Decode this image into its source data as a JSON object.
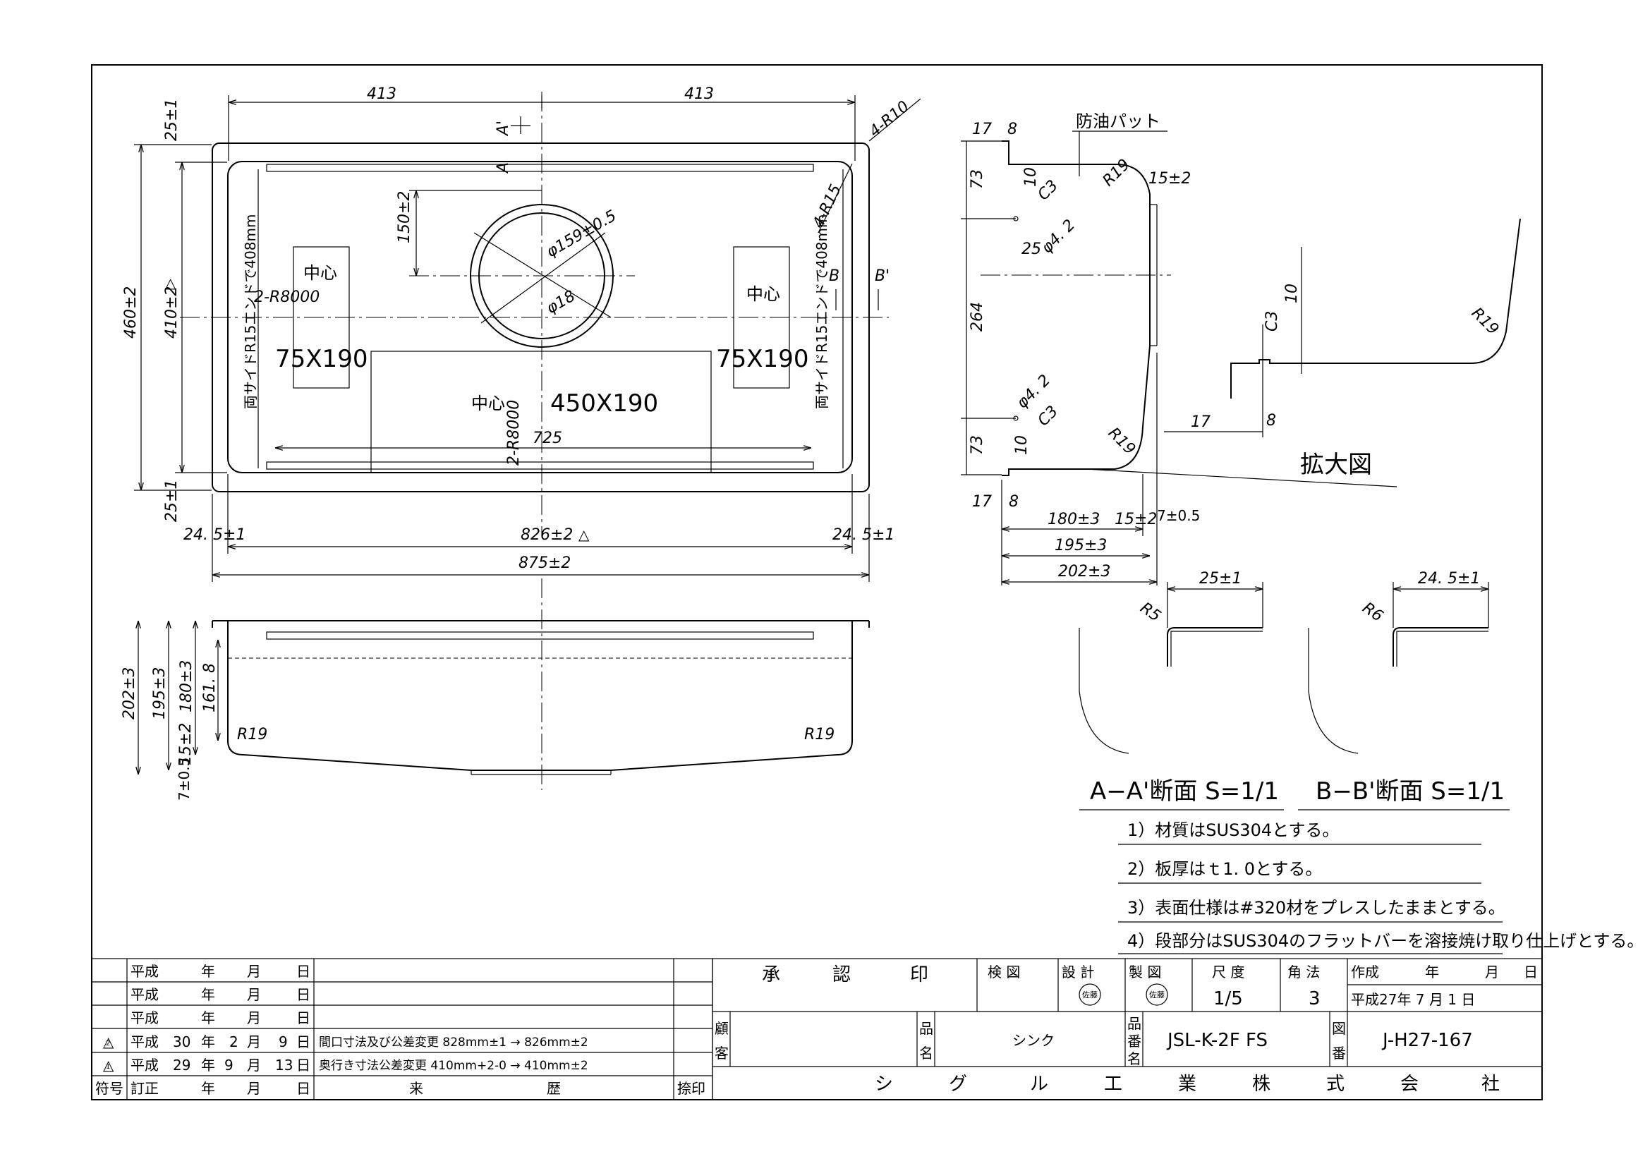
{
  "dims": {
    "d413": "413",
    "d25": "25±1",
    "d460": "460±2",
    "d410": "410±2",
    "d875": "875±2",
    "d826": "826±2",
    "d245": "24. 5±1",
    "d150": "150±2",
    "d159": "φ159±0.5",
    "d18": "φ18",
    "d408": "両サイドR15エンドで408mm",
    "r8000": "2-R8000",
    "d725": "725",
    "r4_10": "4-R10",
    "r4_15": "4-R15",
    "sect_a": "A'",
    "sect_a2": "A",
    "sect_b": "B",
    "sect_b2": "B'",
    "pad_l": "中心",
    "pad_size": "75X190",
    "pad_c": "中心",
    "pad_c_size": "450X190",
    "r8000_c": "2-R8000"
  },
  "front": {
    "d202": "202±3",
    "d195": "195±3",
    "d180": "180±3",
    "d1618": "161. 8",
    "d15": "15±2",
    "d7": "7±0.5",
    "r19": "R19"
  },
  "side": {
    "anti_pad": "防油パット",
    "d17": "17",
    "d8": "8",
    "d73": "73",
    "d264": "264",
    "d10": "10",
    "c3": "C3",
    "d42": "φ4. 2",
    "d25": "25",
    "r19": "R19",
    "d15": "15±2",
    "d180": "180±3",
    "d195": "195±3",
    "d202": "202±3",
    "d7": "7±0.5"
  },
  "enlarge": {
    "label": "拡大図",
    "d10": "10",
    "c3": "C3",
    "r19": "R19",
    "d17": "17",
    "d8": "8"
  },
  "sections": {
    "aa_dim": "25±1",
    "aa_r": "R5",
    "aa_label": "A−A'断面  S=1/1",
    "bb_dim": "24. 5±1",
    "bb_r": "R6",
    "bb_label": "B−B'断面  S=1/1"
  },
  "notes": [
    "1）材質はSUS304とする。",
    "2）板厚はｔ1. 0とする。",
    "3）表面仕様は#320材をプレスしたままとする。",
    "4）段部分はSUS304のフラットバーを溶接焼け取り仕上げとする。"
  ],
  "revisions": {
    "rows": [
      {
        "mark": "",
        "era": "平成",
        "y": "",
        "m": "",
        "d": "",
        "y_l": "年",
        "m_l": "月",
        "d_l": "日",
        "note": ""
      },
      {
        "mark": "",
        "era": "平成",
        "y": "",
        "m": "",
        "d": "",
        "y_l": "年",
        "m_l": "月",
        "d_l": "日",
        "note": ""
      },
      {
        "mark": "",
        "era": "平成",
        "y": "",
        "m": "",
        "d": "",
        "y_l": "年",
        "m_l": "月",
        "d_l": "日",
        "note": ""
      },
      {
        "mark": "2",
        "era": "平成",
        "y": "30",
        "m": "2",
        "d": "9",
        "y_l": "年",
        "m_l": "月",
        "d_l": "日",
        "note": "間口寸法及び公差変更  828mm±1 → 826mm±2"
      },
      {
        "mark": "1",
        "era": "平成",
        "y": "29",
        "m": "9",
        "d": "13",
        "y_l": "年",
        "m_l": "月",
        "d_l": "日",
        "note": "奥行き寸法公差変更  410mm+2-0 → 410mm±2"
      }
    ],
    "footer_mark": "符号",
    "footer_era": "訂正",
    "footer_y": "年",
    "footer_m": "月",
    "footer_d": "日",
    "footer_hist1": "来",
    "footer_hist2": "歴",
    "footer_stamp": "捺印"
  },
  "title_block": {
    "approval": [
      "承",
      "認",
      "印"
    ],
    "inspect": "検 図",
    "design": "設 計",
    "drafted": "製 図",
    "scale_l": "尺 度",
    "scale": "1/5",
    "angle_l": "角 法",
    "angle": "3",
    "date_l": "作成",
    "date_year_l": "年",
    "date_m_l": "月",
    "date_d_l": "日",
    "date": "平成27年 7 月 1 日",
    "stamp": "佐藤",
    "customer_l1": "顧",
    "customer_l2": "客",
    "item_l1": "品",
    "item_l2": "名",
    "item": "シンク",
    "part_l1": "品",
    "part_l2": "番",
    "part_l3": "名",
    "part": "JSL-K-2F FS",
    "dwg_l1": "図",
    "dwg_l2": "番",
    "dwg": "J-H27-167",
    "company": [
      "シ",
      "グ",
      "ル",
      "工",
      "業",
      "株",
      "式",
      "会",
      "社"
    ]
  }
}
